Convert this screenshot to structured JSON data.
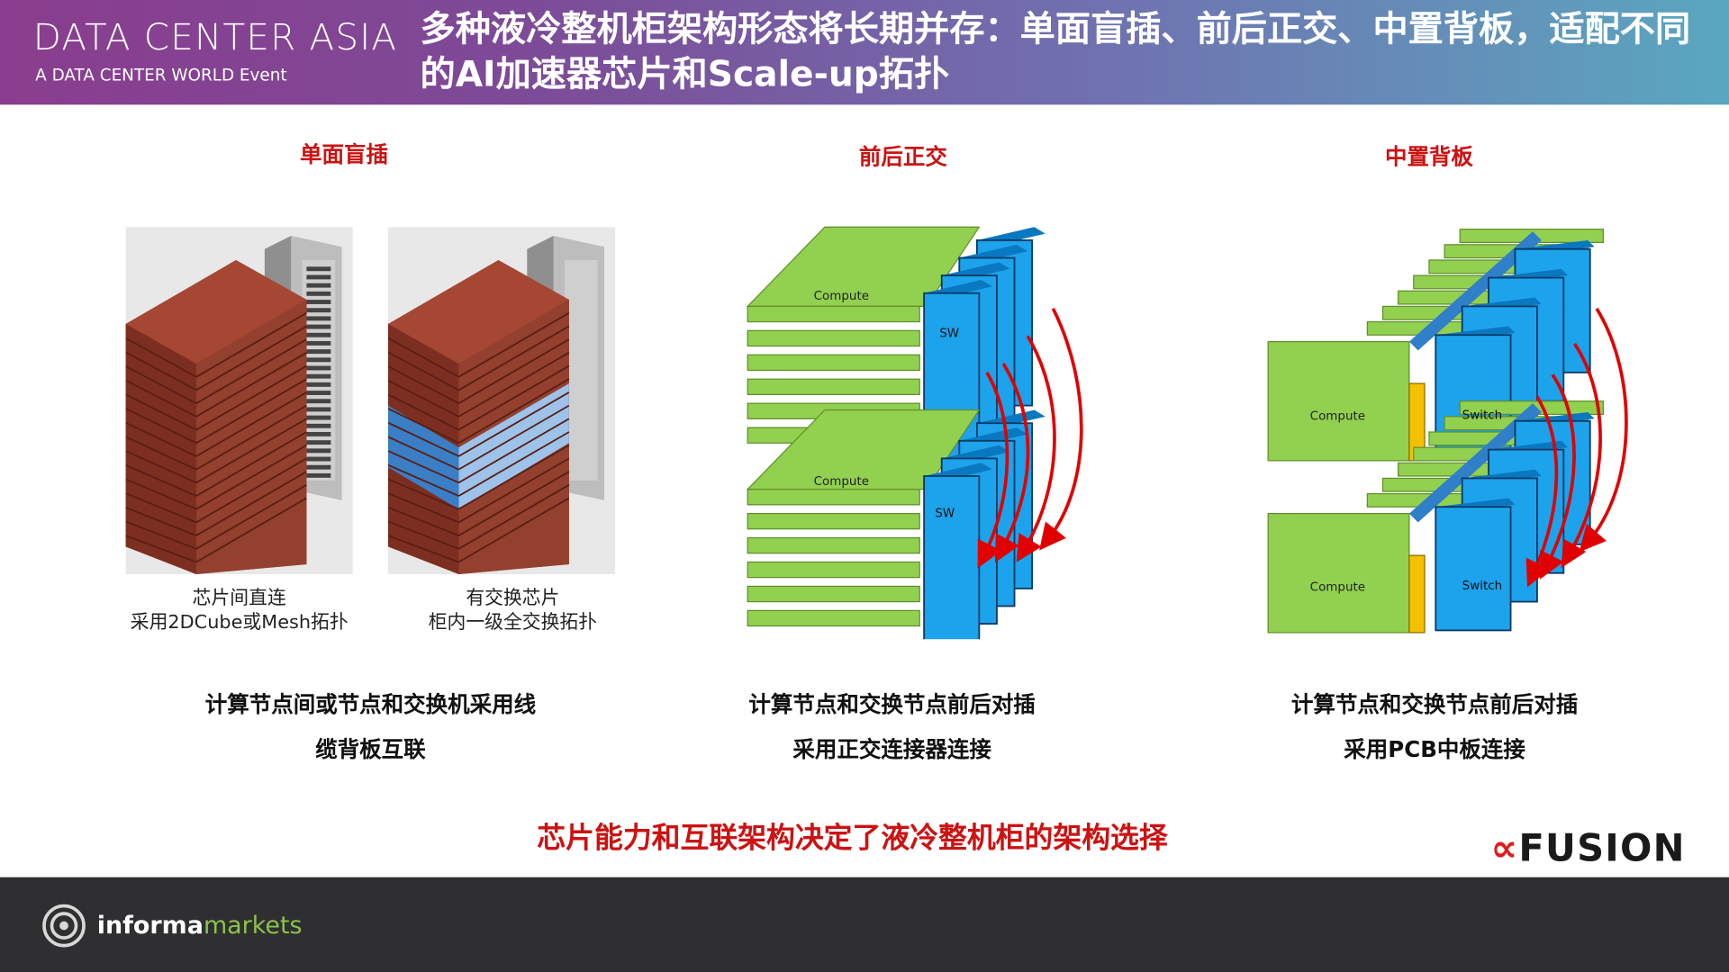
{
  "header": {
    "brand": "DATA CENTER ASIA",
    "brand_sub": "A DATA CENTER WORLD Event",
    "title": "多种液冷整机柜架构形态将长期并存：单面盲插、前后正交、中置背板，适配不同的AI加速器芯片和Scale-up拓扑"
  },
  "sections": [
    {
      "title": "单面盲插",
      "images": [
        {
          "caption_line1": "芯片间直连",
          "caption_line2": "采用2DCube或Mesh拓扑"
        },
        {
          "caption_line1": "有交换芯片",
          "caption_line2": "柜内一级全交换拓扑"
        }
      ],
      "desc_line1": "计算节点间或节点和交换机采用线",
      "desc_line2": "缆背板互联"
    },
    {
      "title": "前后正交",
      "diagram_labels": {
        "compute": "Compute",
        "switch": "SW"
      },
      "desc_line1": "计算节点和交换节点前后对插",
      "desc_line2": "采用正交连接器连接"
    },
    {
      "title": "中置背板",
      "diagram_labels": {
        "compute": "Compute",
        "switch": "Switch"
      },
      "desc_line1": "计算节点和交换节点前后对插",
      "desc_line2": "采用PCB中板连接"
    }
  ],
  "conclusion": "芯片能力和互联架构决定了液冷整机柜的架构选择",
  "footer": {
    "informa": "informa",
    "markets": "markets"
  },
  "logo": {
    "mark": "∝",
    "text": "FUSION"
  },
  "colors": {
    "compute_green": "#92d050",
    "switch_blue": "#1ca3ec",
    "rack_brown": "#a0412d",
    "arrow_red": "#e00000",
    "yellow": "#f5c000"
  }
}
